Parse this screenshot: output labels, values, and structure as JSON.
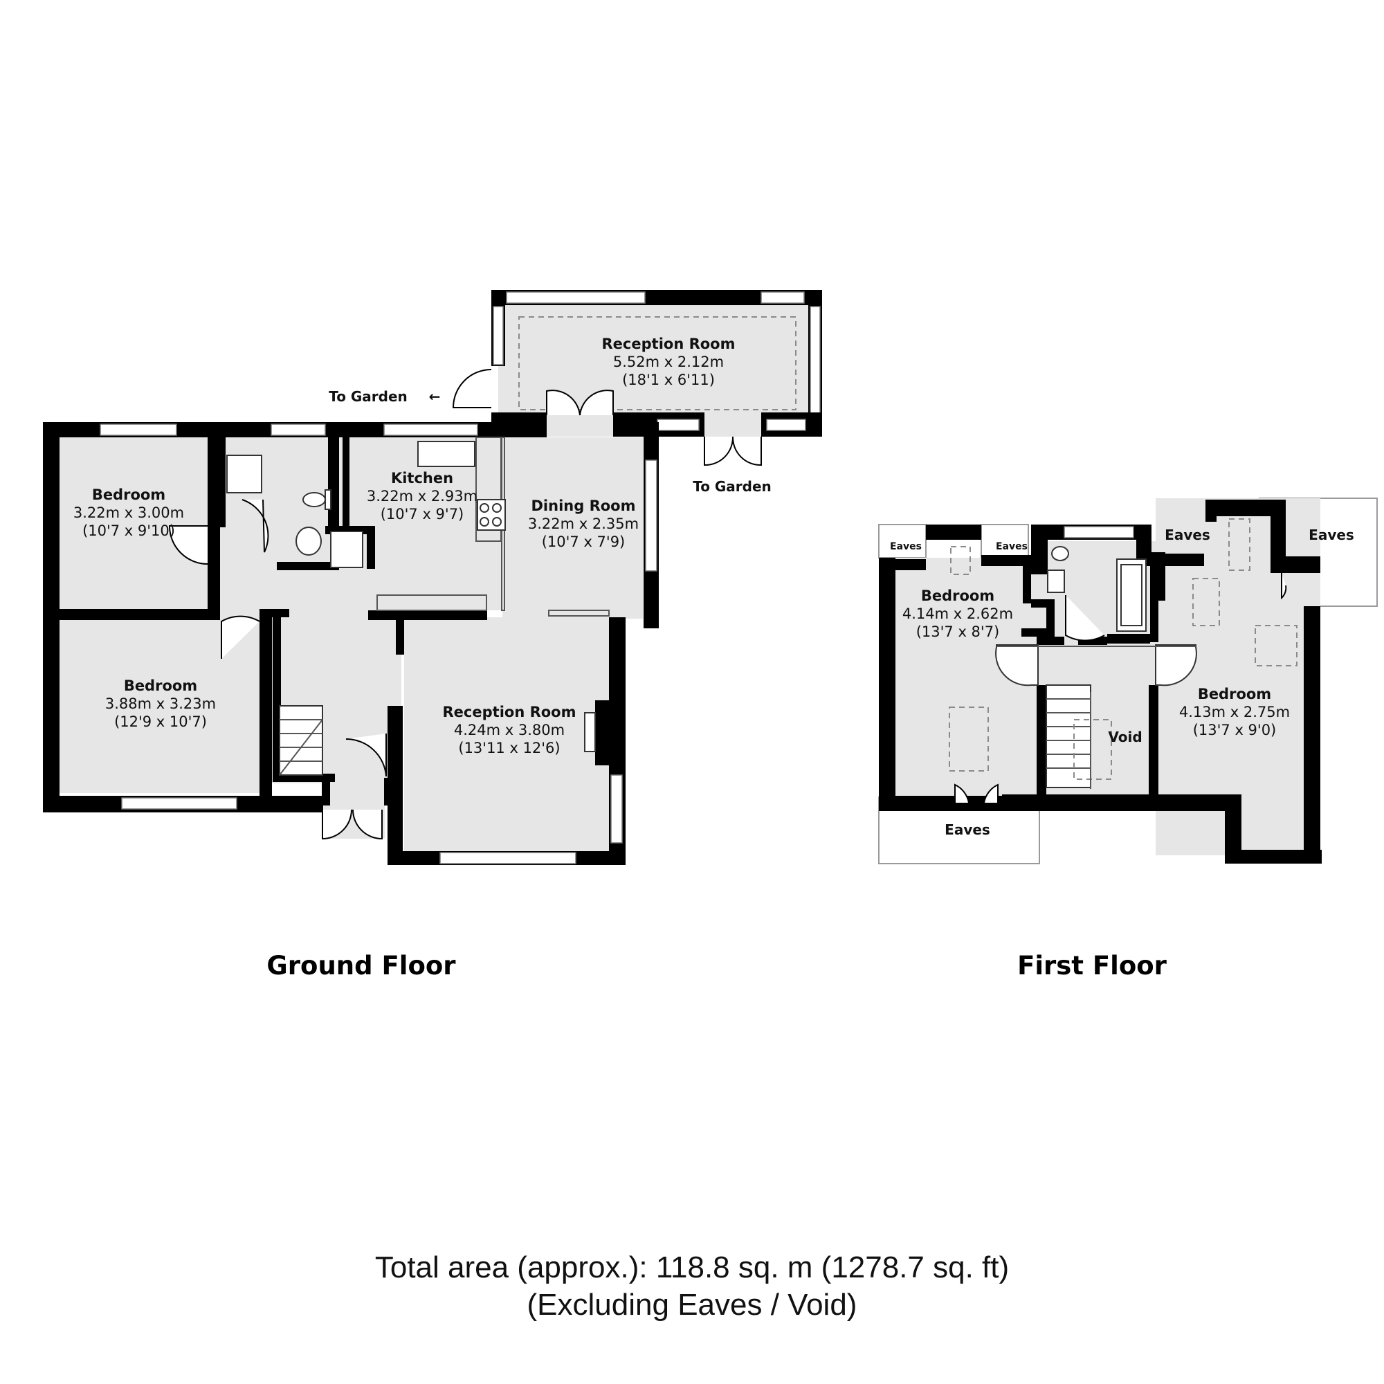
{
  "ground_floor": {
    "label": "Ground Floor",
    "rooms": {
      "bedroom_1": {
        "name": "Bedroom",
        "metric": "3.22m x 3.00m",
        "imperial": "(10'7 x 9'10)"
      },
      "bedroom_2": {
        "name": "Bedroom",
        "metric": "3.88m x 3.23m",
        "imperial": "(12'9 x 10'7)"
      },
      "kitchen": {
        "name": "Kitchen",
        "metric": "3.22m x 2.93m",
        "imperial": "(10'7 x 9'7)"
      },
      "dining_room": {
        "name": "Dining Room",
        "metric": "3.22m x 2.35m",
        "imperial": "(10'7 x 7'9)"
      },
      "reception_room_rear": {
        "name": "Reception Room",
        "metric": "5.52m x 2.12m",
        "imperial": "(18'1 x 6'11)"
      },
      "reception_room_front": {
        "name": "Reception Room",
        "metric": "4.24m x 3.80m",
        "imperial": "(13'11 x 12'6)"
      }
    },
    "notes": [
      "To Garden",
      "To Garden"
    ]
  },
  "first_floor": {
    "label": "First Floor",
    "rooms": {
      "bedroom_left": {
        "name": "Bedroom",
        "metric": "4.14m x 2.62m",
        "imperial": "(13'7 x 8'7)"
      },
      "bedroom_right": {
        "name": "Bedroom",
        "metric": "4.13m x 2.75m",
        "imperial": "(13'7 x 9'0)"
      }
    },
    "void_label": "Void",
    "eaves_labels": [
      "Eaves",
      "Eaves",
      "Eaves",
      "Eaves",
      "Eaves"
    ]
  },
  "total_area": {
    "line1": "Total area (approx.): 118.8 sq. m (1278.7 sq. ft)",
    "line2": "(Excluding Eaves / Void)"
  }
}
